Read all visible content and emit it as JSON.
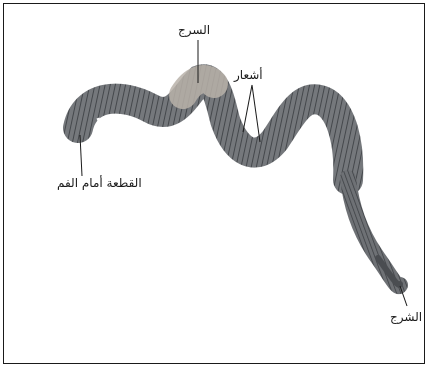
{
  "labels": {
    "prostomium": "القطعة أمام الفم",
    "clitellum": "السرج",
    "setae": "أشعار",
    "anus": "الشرج"
  },
  "colors": {
    "border": "#1a1a1a",
    "body_dark": "#4e5155",
    "body_mid": "#7d7f82",
    "clitellum": "#b8b2a9"
  },
  "subject": "earthworm-illustration"
}
